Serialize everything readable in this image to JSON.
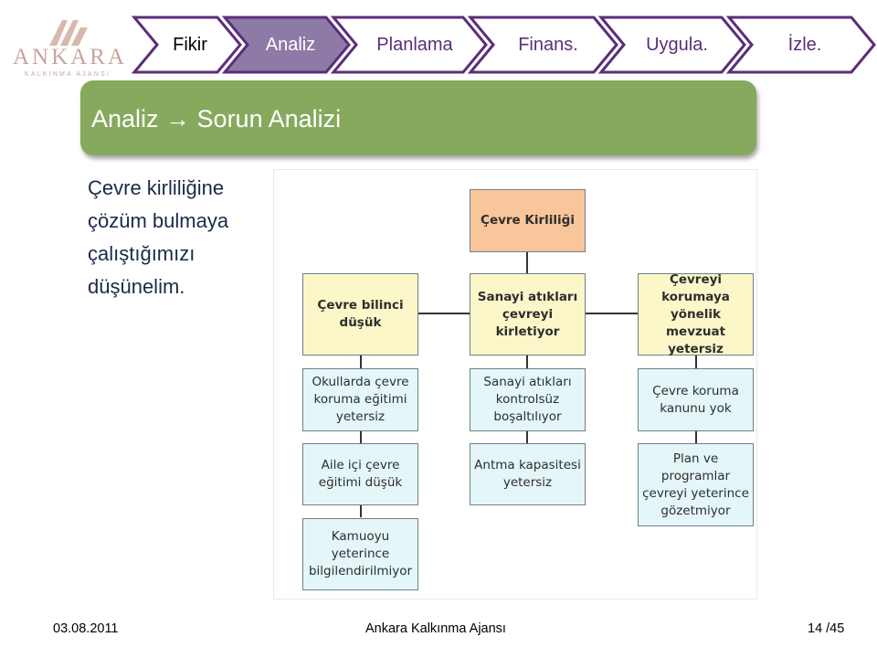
{
  "logo": {
    "name": "ANKARA",
    "subtitle": "KALKINMA AJANSI"
  },
  "nav": {
    "steps": [
      {
        "label": "Fikir",
        "state": "plain"
      },
      {
        "label": "Analiz",
        "state": "active"
      },
      {
        "label": "Planlama",
        "state": "normal"
      },
      {
        "label": "Finans.",
        "state": "normal"
      },
      {
        "label": "Uygula.",
        "state": "normal"
      },
      {
        "label": "İzle.",
        "state": "normal"
      }
    ]
  },
  "title": {
    "text": "Analiz → Sorun Analizi"
  },
  "lead": {
    "lines": [
      "Çevre kirliliğine",
      "çözüm bulmaya",
      "çalıştığımızı",
      "düşünelim."
    ]
  },
  "diagram": {
    "root": "Çevre Kirliliği",
    "columns": [
      {
        "cause": "Çevre bilinci\ndüşük",
        "subs": [
          "Okullarda çevre\nkoruma eğitimi\nyetersiz",
          "Aile içi çevre\neğitimi düşük",
          "Kamuoyu\nyeterince\nbilgilendirilmiyor"
        ]
      },
      {
        "cause": "Sanayi atıkları\nçevreyi\nkirletiyor",
        "subs": [
          "Sanayi atıkları\nkontrolsüz\nboşaltılıyor",
          "Antma kapasitesi\nyetersiz"
        ]
      },
      {
        "cause": "Çevreyi\nkorumaya\nyönelik mevzuat\nyetersiz",
        "subs": [
          "Çevre koruma\nkanunu yok",
          "Plan ve\nprogramlar\nçevreyi yeterince\ngözetmiyor"
        ]
      }
    ]
  },
  "footer": {
    "date": "03.08.2011",
    "org": "Ankara Kalkınma Ajansı",
    "page": "14 /45"
  },
  "colors": {
    "nav_active": "#8e7aa6",
    "nav_border": "#5b2d7a",
    "title_bar": "#86a95e",
    "root_fill": "#f8c69a",
    "cause_fill": "#fbf7c9",
    "sub_fill": "#e4f6f8"
  }
}
